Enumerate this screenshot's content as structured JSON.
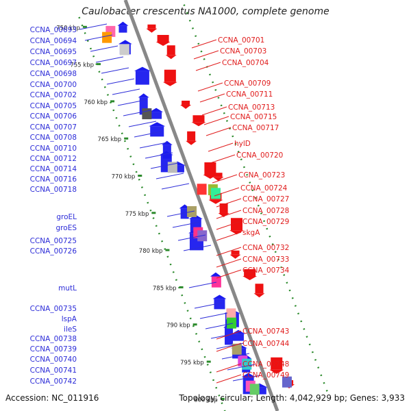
{
  "header": {
    "title": "Caulobacter crescentus NA1000, complete genome"
  },
  "footer": {
    "accession": "Accession: NC_011916",
    "summary": "Topology: circular; Length: 4,042,929 bp; Genes: 3,933"
  },
  "map": {
    "kbp_ticks": [
      "750 kbp",
      "755 kbp",
      "760 kbp",
      "765 kbp",
      "770 kbp",
      "775 kbp",
      "780 kbp",
      "785 kbp",
      "790 kbp",
      "795 kbp",
      "800 kbp"
    ],
    "left_labels": [
      "CCNA_00693",
      "CCNA_00694",
      "CCNA_00695",
      "CCNA_00697",
      "CCNA_00698",
      "CCNA_00700",
      "CCNA_00702",
      "CCNA_00705",
      "CCNA_00706",
      "CCNA_00707",
      "CCNA_00708",
      "CCNA_00710",
      "CCNA_00712",
      "CCNA_00714",
      "CCNA_00716",
      "CCNA_00718",
      "groEL",
      "groES",
      "CCNA_00725",
      "CCNA_00726",
      "mutL",
      "CCNA_00735",
      "lspA",
      "ileS",
      "CCNA_00738",
      "CCNA_00739",
      "CCNA_00740",
      "CCNA_00741",
      "CCNA_00742"
    ],
    "right_labels": [
      "CCNA_00701",
      "CCNA_00703",
      "CCNA_00704",
      "CCNA_00709",
      "CCNA_00711",
      "CCNA_00713",
      "CCNA_00715",
      "CCNA_00717",
      "hylD",
      "CCNA_00720",
      "CCNA_00723",
      "CCNA_00724",
      "CCNA_00727",
      "CCNA_00728",
      "CCNA_00729",
      "skgA",
      "CCNA_00732",
      "CCNA_00733",
      "CCNA_00734",
      "CCNA_00743",
      "CCNA_00744",
      "CCNA_00748",
      "CCNA_00749"
    ],
    "colors": {
      "forward_strand": "#1a1aee",
      "reverse_strand": "#ee1111",
      "backbone": "#888888",
      "tick": "#2b8a2b",
      "left_label": "#2b2bd8",
      "right_label": "#e01b1b"
    }
  }
}
